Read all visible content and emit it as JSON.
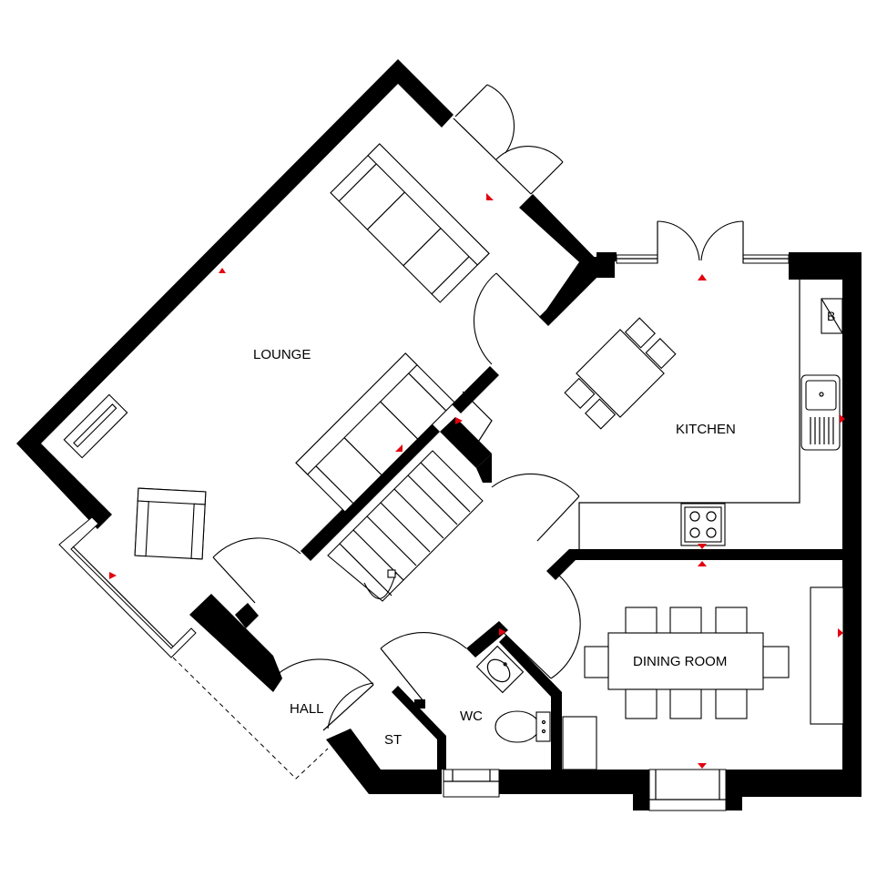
{
  "rooms": {
    "lounge": "LOUNGE",
    "kitchen": "KITCHEN",
    "dining": "DINING ROOM",
    "hall": "HALL",
    "wc": "WC",
    "store": "ST"
  },
  "fixtures": {
    "boiler": "B"
  },
  "colors": {
    "wall": "#000000",
    "marker": "#e3000f",
    "background": "#ffffff"
  }
}
